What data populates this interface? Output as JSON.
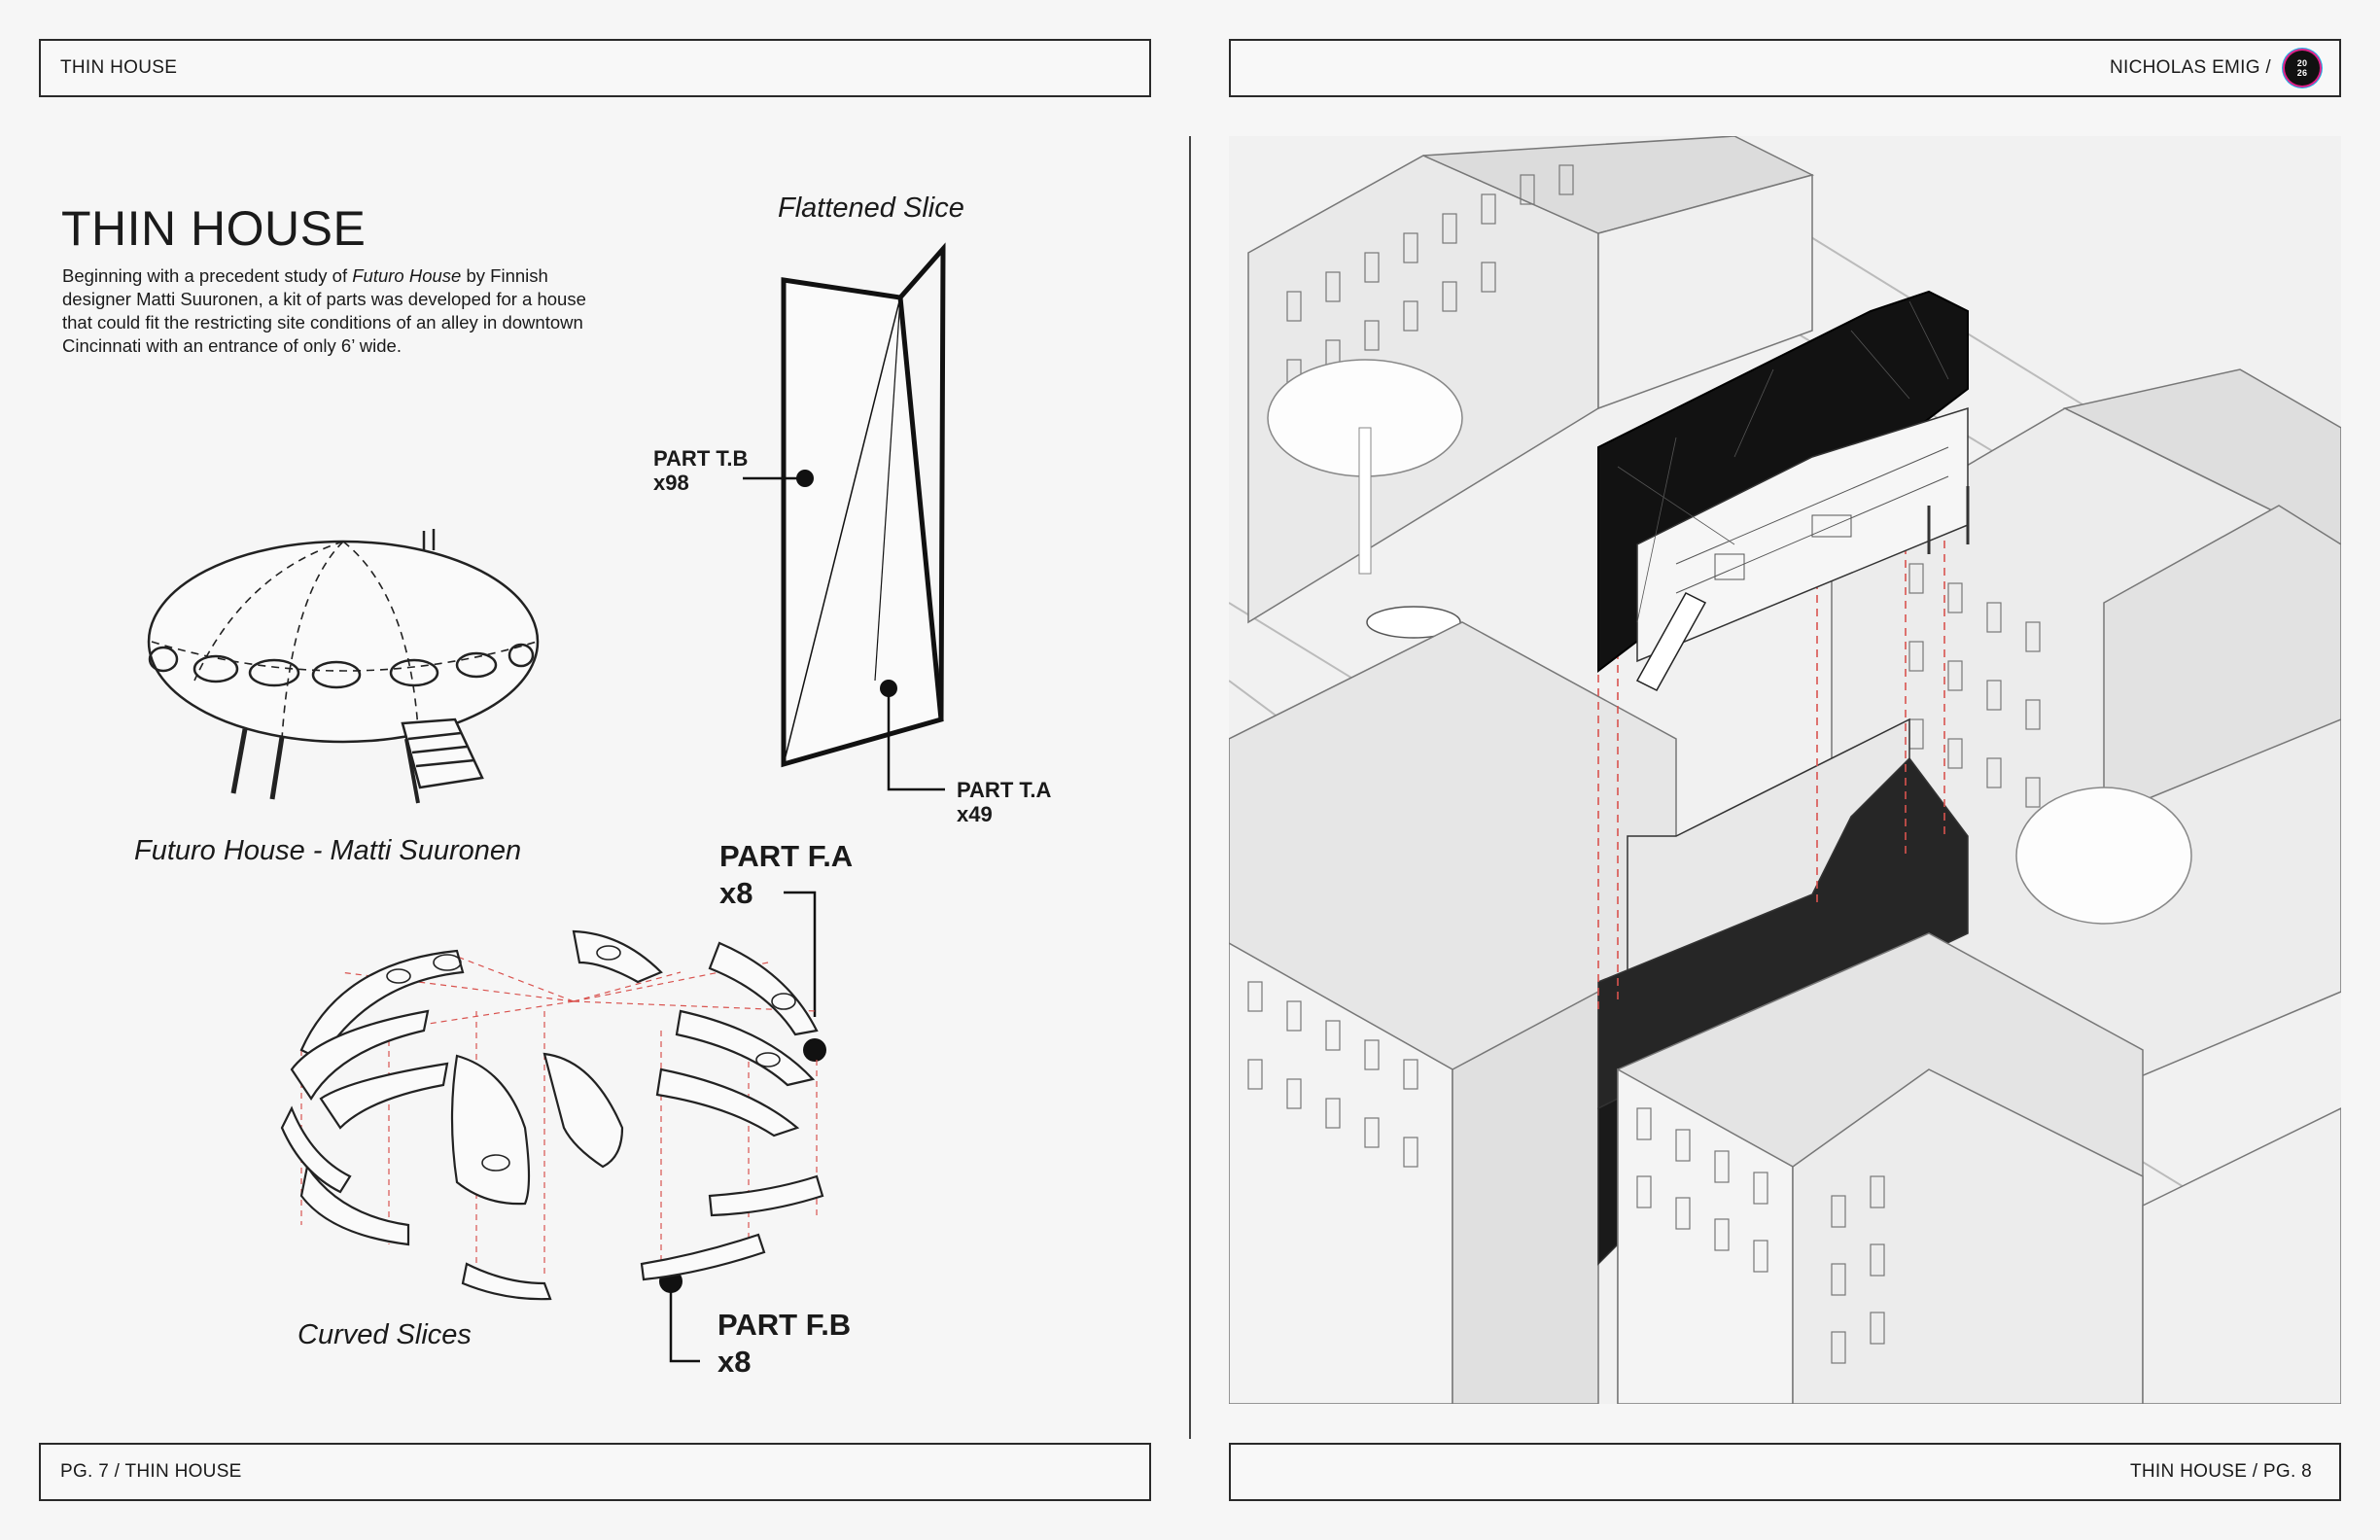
{
  "header": {
    "left_title": "THIN HOUSE",
    "author": "NICHOLAS EMIG /",
    "badge_top": "20",
    "badge_bottom": "26"
  },
  "footer": {
    "left": "PG. 7 / THIN HOUSE",
    "right": "THIN HOUSE / PG. 8"
  },
  "main": {
    "title": "THIN HOUSE",
    "intro_part1": "Beginning with a precedent study of ",
    "intro_emphasis": "Futuro House",
    "intro_part2": " by Finnish designer Matti Suuronen, a kit of parts was developed for a house that could fit the restricting site conditions of an alley in downtown Cincinnati with an entrance of only 6’ wide."
  },
  "captions": {
    "flattened": "Flattened Slice",
    "futuro": "Futuro House - Matti Suuronen",
    "curved": "Curved Slices"
  },
  "parts": {
    "tb_name": "PART T.B",
    "tb_qty": "x98",
    "ta_name": "PART T.A",
    "ta_qty": "x49",
    "fa_name": "PART F.A",
    "fa_qty": "x8",
    "fb_name": "PART F.B",
    "fb_qty": "x8"
  },
  "colors": {
    "ink": "#1a1a1a",
    "dash_red": "#d9534f",
    "building_fill": "#e6e6e6",
    "facade_dark": "#151515"
  }
}
